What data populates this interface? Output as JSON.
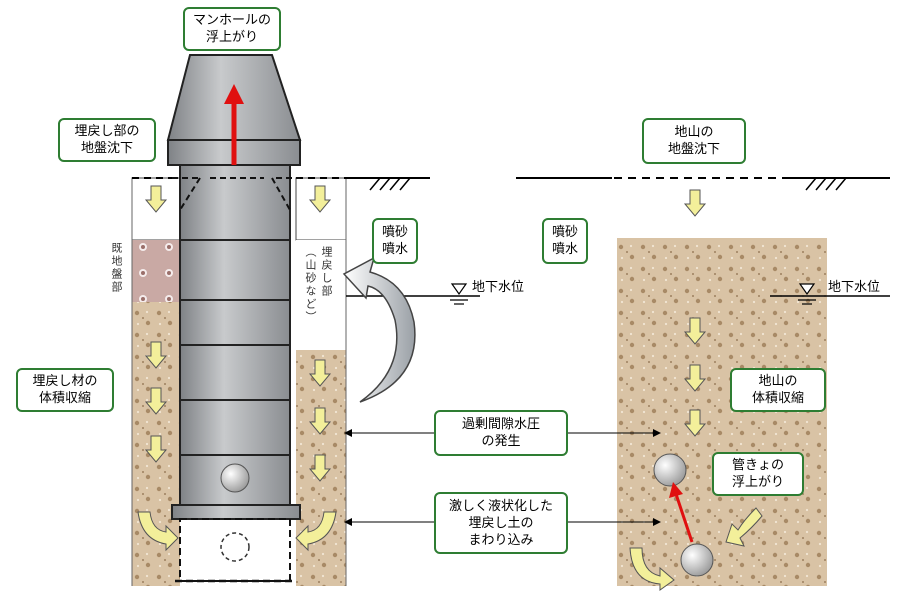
{
  "labels": {
    "manhole_float": "マンホールの\n浮上がり",
    "backfill_subsidence": "埋戻し部の\n地盤沈下",
    "natural_subsidence": "地山の\n地盤沈下",
    "sand_boil_left": "噴砂\n噴水",
    "sand_boil_right": "噴砂\n噴水",
    "backfill_compaction": "埋戻し材の\n体積収縮",
    "natural_compaction": "地山の\n体積収縮",
    "excess_pore_pressure": "過剰間隙水圧\nの発生",
    "liquefied_backfill": "激しく液状化した\n埋戻し土の\nまわり込み",
    "pipe_float": "管きょの\n浮上がり",
    "groundwater_left": "地下水位",
    "groundwater_right": "地下水位",
    "existing_ground": "既地盤部",
    "backfill_zone": "埋戻し部\n（山砂など）"
  },
  "colors": {
    "soil": "#d9c3a5",
    "soil_dot": "#a88a66",
    "manhole": "#a4a7ab",
    "arrow_yellow": "#f3ef9a",
    "label_border": "#2e7d32",
    "uplift_arrow": "#e01010"
  }
}
